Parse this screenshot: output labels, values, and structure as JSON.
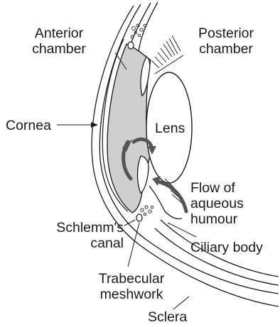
{
  "labels": {
    "anterior_chamber": [
      "Anterior",
      "chamber"
    ],
    "posterior_chamber": [
      "Posterior",
      "chamber"
    ],
    "cornea": "Cornea",
    "lens": "Lens",
    "flow": [
      "Flow of",
      "aqueous",
      "humour"
    ],
    "schlemms_canal": [
      "Schlemm's",
      "canal"
    ],
    "ciliary_body": "Ciliary body",
    "trabecular_meshwork": [
      "Trabecular",
      "meshwork"
    ],
    "sclera": "Sclera"
  },
  "colors": {
    "chamber_fill": "#cfcfcf",
    "line": "#1a1a1a",
    "arrow": "#555555",
    "background": "#ffffff"
  }
}
